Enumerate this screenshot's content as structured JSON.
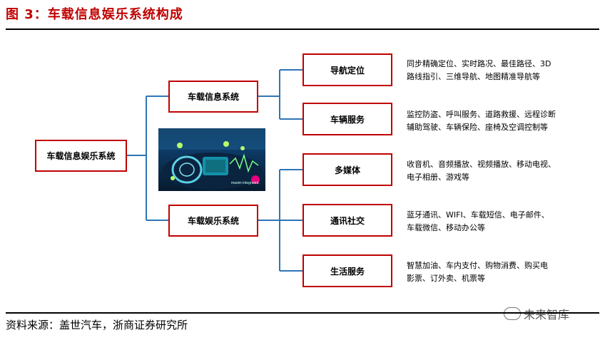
{
  "figure": {
    "title": "图 3：车载信息娱乐系统构成",
    "source": "资料来源：盖世汽车，浙商证券研究所",
    "watermark": "未来智库"
  },
  "diagram": {
    "root": "车载信息娱乐系统",
    "branches": [
      {
        "label": "车载信息系统",
        "children": [
          {
            "label": "导航定位",
            "desc": [
              "同步精确定位、实时路况、最佳路径、3D",
              "路线指引、三维导航、地图精准导航等"
            ]
          },
          {
            "label": "车辆服务",
            "desc": [
              "监控防盗、呼叫服务、道路救援、远程诊断",
              "辅助驾驶、车辆保险、座椅及空调控制等"
            ]
          }
        ]
      },
      {
        "label": "车载娱乐系统",
        "children": [
          {
            "label": "多媒体",
            "desc": [
              "收音机、音频播放、视频播放、移动电视、",
              "电子相册、游戏等"
            ]
          },
          {
            "label": "通讯社交",
            "desc": [
              "蓝牙通讯、WIFI、车载短信、电子邮件、",
              "车载微信、移动办公等"
            ]
          },
          {
            "label": "生活服务",
            "desc": [
              "智慧加油、车内支付、购物消费、购买电",
              "影票、订外卖、机票等"
            ]
          }
        ]
      }
    ],
    "photo_caption": "maxim integrated."
  },
  "colors": {
    "box_border": "#c00000",
    "connector": "#2e75b6",
    "title": "#c00000"
  }
}
